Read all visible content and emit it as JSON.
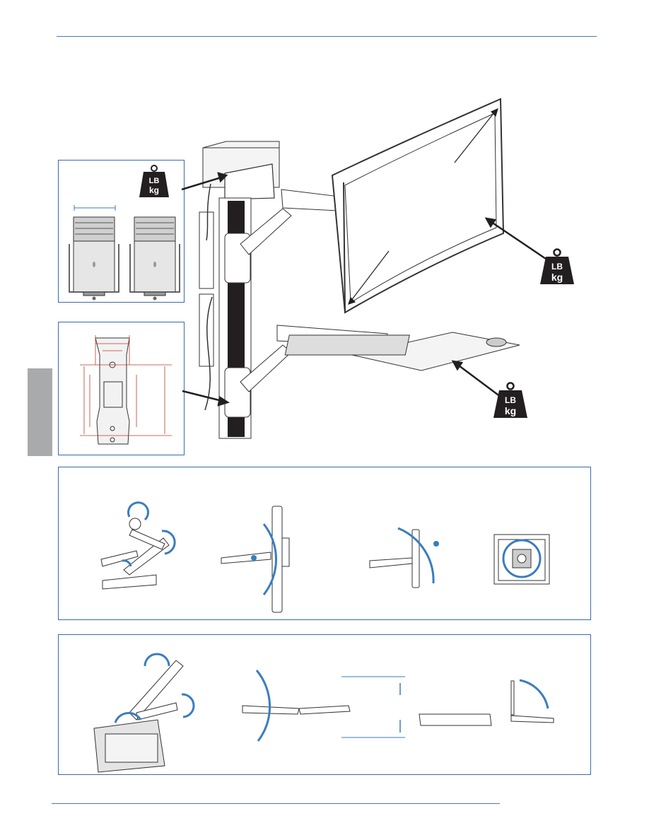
{
  "weight_badges": [
    {
      "line1": "LB",
      "line2": "kg",
      "target": "cpu-holder"
    },
    {
      "line1": "LB",
      "line2": "kg",
      "target": "monitor"
    },
    {
      "line1": "LB",
      "line2": "kg",
      "target": "keyboard-tray"
    }
  ],
  "colors": {
    "rule": "#4a78b5",
    "box_border": "#3a6aa8",
    "side_tab": "#a9aaac",
    "motion_arrow": "#3a7dbf",
    "dimension": "#c0392b",
    "weight_icon": "#231f20"
  },
  "icons": [
    "weight-icon",
    "rotate-arrow-icon",
    "tilt-arrow-icon",
    "height-arrow-icon"
  ]
}
